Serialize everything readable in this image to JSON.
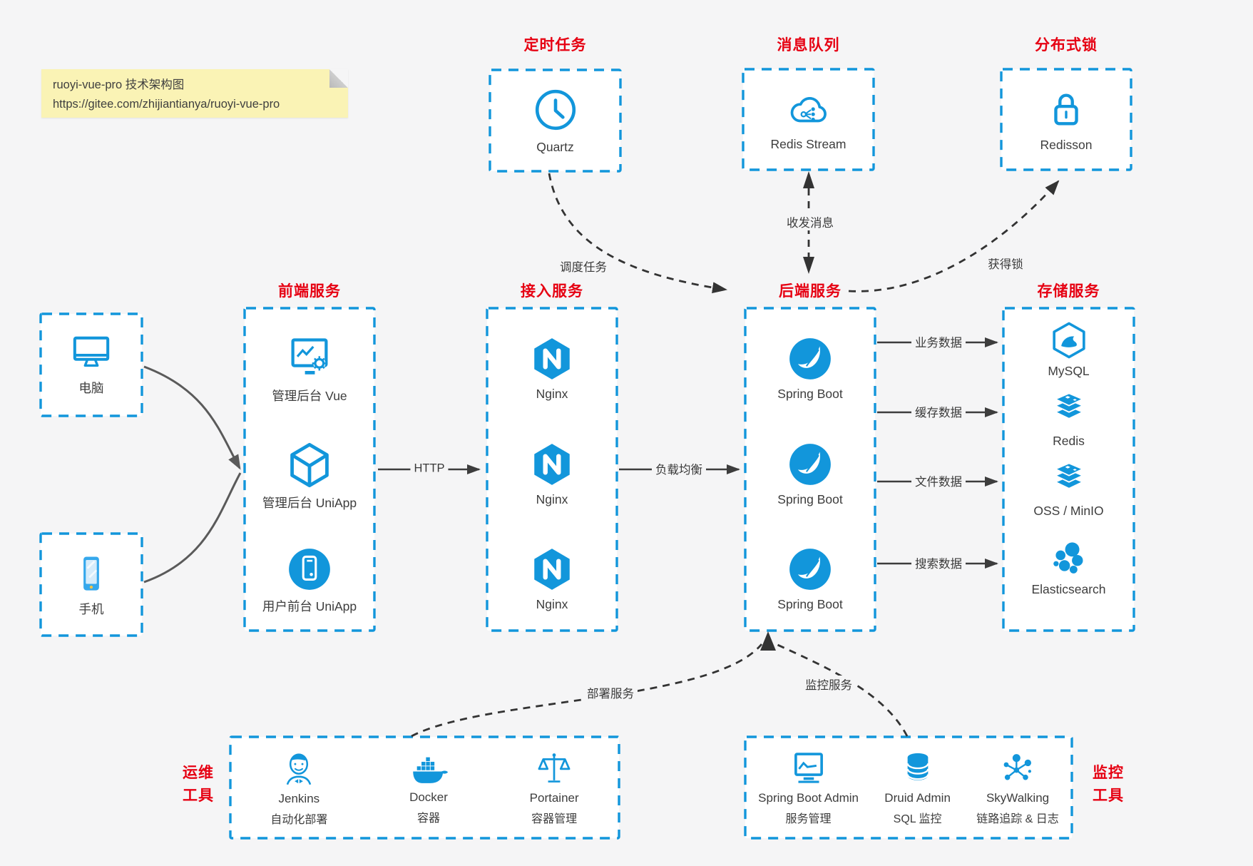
{
  "note": {
    "title": "ruoyi-vue-pro 技术架构图",
    "url": "https://gitee.com/zhijiantianya/ruoyi-vue-pro"
  },
  "colors": {
    "accent_blue": "#1296db",
    "title_red": "#e60012",
    "arrow_dark": "#3d3d3d",
    "note_yellow": "#faf3b5",
    "page_bg": "#f5f5f6",
    "box_bg": "#ffffff"
  },
  "top_groups": [
    {
      "title": "定时任务",
      "item": {
        "label": "Quartz",
        "icon": "clock-icon"
      }
    },
    {
      "title": "消息队列",
      "item": {
        "label": "Redis Stream",
        "icon": "cloud-share-icon"
      }
    },
    {
      "title": "分布式锁",
      "item": {
        "label": "Redisson",
        "icon": "lock-icon"
      }
    }
  ],
  "clients": [
    {
      "label": "电脑",
      "icon": "desktop-icon"
    },
    {
      "label": "手机",
      "icon": "smartphone-icon"
    }
  ],
  "columns": [
    {
      "title": "前端服务",
      "items": [
        {
          "label": "管理后台 Vue",
          "icon": "admin-dashboard-icon"
        },
        {
          "label": "管理后台 UniApp",
          "icon": "cube-icon"
        },
        {
          "label": "用户前台 UniApp",
          "icon": "mobile-app-icon"
        }
      ]
    },
    {
      "title": "接入服务",
      "items": [
        {
          "label": "Nginx",
          "icon": "nginx-icon"
        },
        {
          "label": "Nginx",
          "icon": "nginx-icon"
        },
        {
          "label": "Nginx",
          "icon": "nginx-icon"
        }
      ]
    },
    {
      "title": "后端服务",
      "items": [
        {
          "label": "Spring Boot",
          "icon": "spring-icon"
        },
        {
          "label": "Spring Boot",
          "icon": "spring-icon"
        },
        {
          "label": "Spring Boot",
          "icon": "spring-icon"
        }
      ]
    },
    {
      "title": "存储服务",
      "items": [
        {
          "label": "MySQL",
          "icon": "mysql-icon"
        },
        {
          "label": "Redis",
          "icon": "redis-stack-icon"
        },
        {
          "label": "OSS / MinIO",
          "icon": "object-storage-icon"
        },
        {
          "label": "Elasticsearch",
          "icon": "elasticsearch-icon"
        }
      ]
    }
  ],
  "bottom_groups": [
    {
      "title_line1": "运维",
      "title_line2": "工具",
      "items": [
        {
          "label": "Jenkins",
          "sublabel": "自动化部署",
          "icon": "jenkins-icon"
        },
        {
          "label": "Docker",
          "sublabel": "容器",
          "icon": "docker-icon"
        },
        {
          "label": "Portainer",
          "sublabel": "容器管理",
          "icon": "scales-icon"
        }
      ]
    },
    {
      "title_line1": "监控",
      "title_line2": "工具",
      "items": [
        {
          "label": "Spring Boot Admin",
          "sublabel": "服务管理",
          "icon": "monitor-chart-icon"
        },
        {
          "label": "Druid Admin",
          "sublabel": "SQL 监控",
          "icon": "database-icon"
        },
        {
          "label": "SkyWalking",
          "sublabel": "链路追踪 & 日志",
          "icon": "topology-icon"
        }
      ]
    }
  ],
  "edges": {
    "http": "HTTP",
    "load_balance": "负载均衡",
    "business_data": "业务数据",
    "cache_data": "缓存数据",
    "file_data": "文件数据",
    "search_data": "搜索数据",
    "schedule": "调度任务",
    "messaging": "收发消息",
    "acquire_lock": "获得锁",
    "deploy": "部署服务",
    "monitor": "监控服务"
  }
}
